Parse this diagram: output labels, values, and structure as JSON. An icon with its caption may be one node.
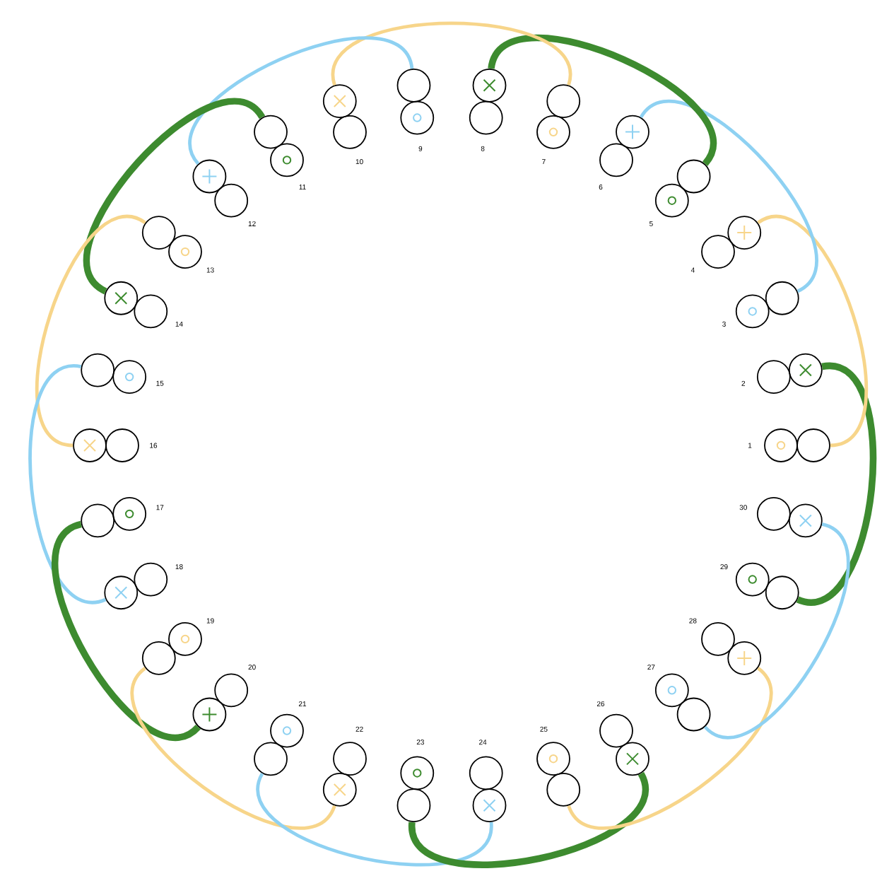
{
  "diagram": {
    "nodes": [
      {
        "text": [],
        "shape": "circle"
      },
      {
        "text": [],
        "shape": "circle"
      },
      {
        "text": [],
        "shape": "circle"
      },
      {
        "text": [],
        "shape": "circle"
      },
      {
        "text": [],
        "shape": "circle"
      },
      {
        "text": [],
        "shape": "circle"
      },
      {
        "text": [],
        "shape": "circle"
      },
      {
        "text": [],
        "shape": "circle"
      },
      {
        "text": [],
        "shape": "circle"
      },
      {
        "text": [],
        "shape": "circle"
      },
      {
        "text": [],
        "shape": "circle"
      },
      {
        "text": [],
        "shape": "circle"
      },
      {
        "text": [],
        "shape": "circle"
      },
      {
        "text": [],
        "shape": "circle"
      },
      {
        "text": [],
        "shape": "circle"
      },
      {
        "text": [],
        "shape": "circle"
      },
      {
        "text": [],
        "shape": "circle"
      },
      {
        "text": [],
        "shape": "circle"
      },
      {
        "text": [],
        "shape": "circle"
      },
      {
        "text": [],
        "shape": "circle"
      },
      {
        "text": [],
        "shape": "circle"
      },
      {
        "text": [],
        "shape": "circle"
      },
      {
        "text": [],
        "shape": "circle"
      },
      {
        "text": [],
        "shape": "circle"
      },
      {
        "text": [],
        "shape": "circle"
      },
      {
        "text": [],
        "shape": "circle"
      },
      {
        "text": [],
        "shape": "circle"
      },
      {
        "text": [],
        "shape": "circle"
      },
      {
        "text": [],
        "shape": "circle"
      },
      {
        "text": [],
        "shape": "circle"
      },
      {
        "text": [],
        "shape": "circle"
      },
      {
        "text": [],
        "shape": "circle"
      },
      {
        "text": [],
        "shape": "circle"
      },
      {
        "text": [],
        "shape": "circle"
      },
      {
        "text": [],
        "shape": "circle"
      },
      {
        "text": [],
        "shape": "circle"
      },
      {
        "text": [],
        "shape": "circle"
      },
      {
        "text": [],
        "shape": "circle"
      },
      {
        "text": [],
        "shape": "circle"
      },
      {
        "text": [],
        "shape": "circle"
      },
      {
        "text": [],
        "shape": "circle"
      },
      {
        "text": [],
        "shape": "circle"
      },
      {
        "text": [],
        "shape": "circle"
      },
      {
        "text": [],
        "shape": "circle"
      },
      {
        "text": [],
        "shape": "circle"
      },
      {
        "text": [],
        "shape": "circle"
      },
      {
        "text": [],
        "shape": "circle"
      },
      {
        "text": [],
        "shape": "circle"
      },
      {
        "text": [],
        "shape": "circle"
      },
      {
        "text": [],
        "shape": "circle"
      },
      {
        "text": [],
        "shape": "circle"
      },
      {
        "text": [],
        "shape": "circle"
      },
      {
        "text": [],
        "shape": "circle"
      },
      {
        "text": [],
        "shape": "circle"
      },
      {
        "text": [],
        "shape": "circle"
      },
      {
        "text": [],
        "shape": "circle"
      },
      {
        "text": [],
        "shape": "circle"
      },
      {
        "text": [],
        "shape": "circle"
      },
      {
        "text": [],
        "shape": "circle"
      },
      {
        "text": [],
        "shape": "circle"
      }
    ],
    "edges": [
      {
        "from": 3,
        "to": 57,
        "arrow": "none",
        "style": "thick",
        "color": "#3d8b2f"
      },
      {
        "from": 7,
        "to": 1,
        "arrow": "none",
        "color": "#f7d58a"
      },
      {
        "from": 11,
        "to": 5,
        "arrow": "none",
        "color": "#8ed1f2"
      },
      {
        "from": 15,
        "to": 9,
        "arrow": "none",
        "style": "thick",
        "color": "#3d8b2f"
      },
      {
        "from": 19,
        "to": 13,
        "arrow": "none",
        "color": "#f7d58a"
      },
      {
        "from": 23,
        "to": 17,
        "arrow": "none",
        "color": "#8ed1f2"
      },
      {
        "from": 27,
        "to": 21,
        "arrow": "none",
        "style": "thick",
        "color": "#3d8b2f"
      },
      {
        "from": 31,
        "to": 25,
        "arrow": "none",
        "color": "#f7d58a"
      },
      {
        "from": 35,
        "to": 29,
        "arrow": "none",
        "color": "#8ed1f2"
      },
      {
        "from": 39,
        "to": 33,
        "arrow": "none",
        "style": "thick",
        "color": "#3d8b2f"
      },
      {
        "from": 43,
        "to": 37,
        "arrow": "none",
        "color": "#f7d58a"
      },
      {
        "from": 47,
        "to": 41,
        "arrow": "none",
        "color": "#8ed1f2"
      },
      {
        "from": 51,
        "to": 45,
        "arrow": "none",
        "style": "thick",
        "color": "#3d8b2f"
      },
      {
        "from": 55,
        "to": 49,
        "arrow": "none",
        "color": "#f7d58a"
      },
      {
        "from": 59,
        "to": 53,
        "arrow": "none",
        "color": "#8ed1f2"
      }
    ],
    "labels": [
      "1",
      "2",
      "3",
      "4",
      "5",
      "6",
      "7",
      "8",
      "9",
      "10",
      "11",
      "12",
      "13",
      "14",
      "15",
      "16",
      "17",
      "18",
      "19",
      "20",
      "21",
      "22",
      "23",
      "24",
      "25",
      "26",
      "27",
      "28",
      "29",
      "30"
    ]
  }
}
